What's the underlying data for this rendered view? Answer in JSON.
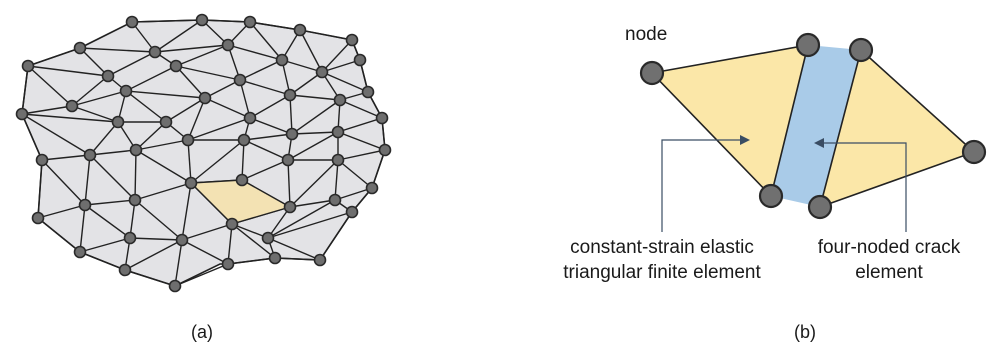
{
  "panel_a": {
    "label": "(a)"
  },
  "panel_b": {
    "label": "(b)",
    "node_label": "node",
    "triangle_label_line1": "constant-strain elastic",
    "triangle_label_line2": "triangular finite element",
    "crack_label_line1": "four-noded crack",
    "crack_label_line2": "element"
  },
  "colors": {
    "mesh_fill": "#e3e3e6",
    "highlight_fill": "#f3e2b3",
    "triangle_fill": "#fbe7a8",
    "crack_fill": "#a9cbe8",
    "node_fill": "#6e6e6e",
    "stroke": "#222222",
    "leader": "#3a4d63"
  }
}
